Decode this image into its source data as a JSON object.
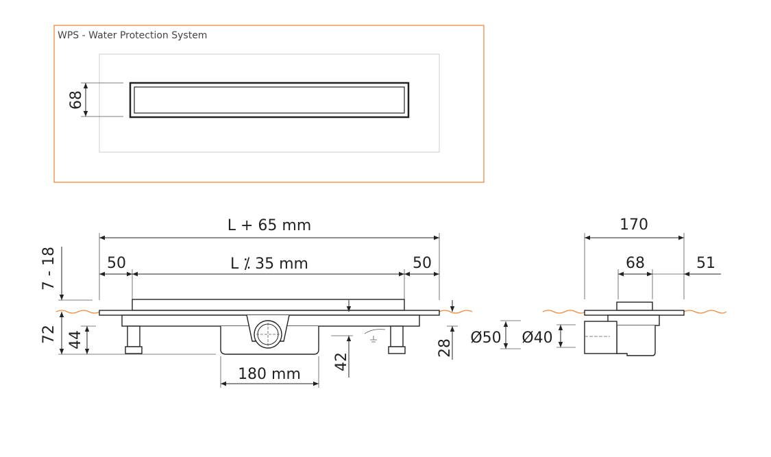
{
  "title": "WPS - Water Protection System",
  "top_view": {
    "width_label": "68"
  },
  "side_view": {
    "total_length": "L + 65 mm",
    "inner_length": "L ⁒ 35 mm",
    "left_margin": "50",
    "right_margin": "50",
    "adjust_range": "7 - 18",
    "total_height": "72",
    "leg_height": "44",
    "outlet_depth": "42",
    "body_height": "28",
    "outlet_width": "180 mm"
  },
  "end_view": {
    "total_width": "170",
    "grate_width": "68",
    "offset": "51",
    "outer_diameter": "Ø50",
    "inner_diameter": "Ø40"
  },
  "colors": {
    "frame": "#f08a3c",
    "line": "#222222"
  }
}
